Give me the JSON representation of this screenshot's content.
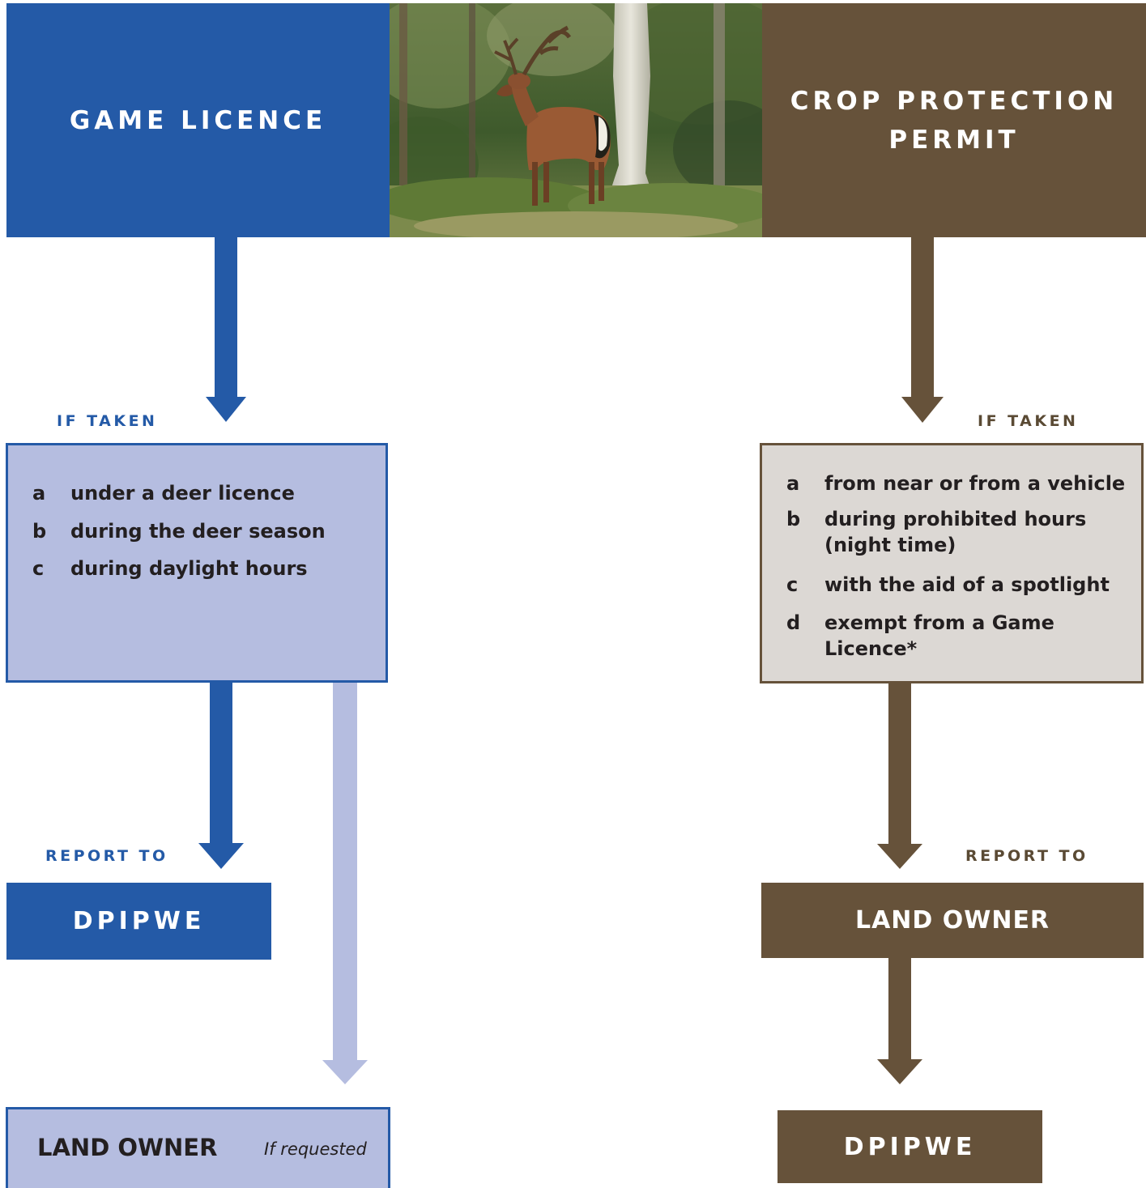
{
  "left_column": {
    "title": "GAME LICENCE",
    "if_taken_label": "IF TAKEN",
    "conditions": [
      {
        "letter": "a",
        "text": "under a deer licence"
      },
      {
        "letter": "b",
        "text": "during the deer season"
      },
      {
        "letter": "c",
        "text": "during daylight hours"
      }
    ],
    "report_to_label": "REPORT TO",
    "report_to": "DPIPWE",
    "land_owner": "LAND OWNER",
    "land_owner_note": "If requested"
  },
  "right_column": {
    "title": "CROP PROTECTION PERMIT",
    "if_taken_label": "IF TAKEN",
    "conditions": [
      {
        "letter": "a",
        "text": "from near or from a vehicle"
      },
      {
        "letter": "b",
        "text": "during prohibited hours (night time)"
      },
      {
        "letter": "c",
        "text": "with the aid of a spotlight"
      },
      {
        "letter": "d",
        "text": "exempt from a Game Licence*"
      }
    ],
    "report_to_label": "REPORT TO",
    "report_to": "LAND OWNER",
    "then": "DPIPWE"
  },
  "colors": {
    "blue": "#245aa7",
    "light_blue": "#b5bde0",
    "brown": "#66523a",
    "light_grey": "#dcd8d4"
  }
}
